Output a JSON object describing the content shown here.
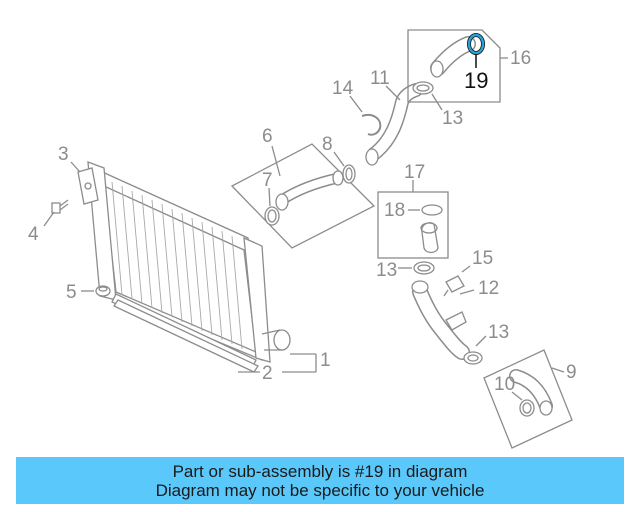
{
  "callouts": {
    "c1": "1",
    "c2": "2",
    "c3": "3",
    "c4": "4",
    "c5": "5",
    "c6": "6",
    "c7": "7",
    "c8": "8",
    "c9": "9",
    "c10": "10",
    "c11": "11",
    "c12": "12",
    "c13a": "13",
    "c13b": "13",
    "c13c": "13",
    "c14": "14",
    "c15": "15",
    "c16": "16",
    "c17": "17",
    "c18": "18",
    "c19": "19"
  },
  "highlight": {
    "part": "19",
    "color": "#2a9fd8"
  },
  "banner": {
    "line1": "Part or sub-assembly is #19 in diagram",
    "line2": "Diagram may not be specific to your vehicle",
    "color": "#5ac8fa"
  }
}
